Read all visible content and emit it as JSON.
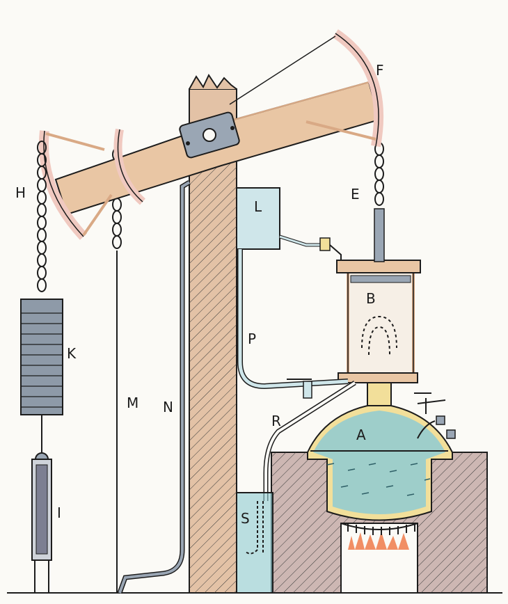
{
  "labels": {
    "A": "A",
    "B": "B",
    "E": "E",
    "F": "F",
    "H": "H",
    "I": "I",
    "K": "K",
    "L": "L",
    "M": "M",
    "N": "N",
    "P": "P",
    "R": "R",
    "S": "S"
  },
  "colors": {
    "paper": "#fbfaf6",
    "wood": "#e9c6a4",
    "wood_dark": "#d9a985",
    "post": "#e3c2a6",
    "arch": "#f0c9c0",
    "iron": "#9aa6b4",
    "weights": "#8e9aa8",
    "water": "#8fcbd2",
    "water_light": "#cfe6ea",
    "brass": "#f2df9a",
    "brick": "#cdb7b3",
    "fire": "#ef7a4a",
    "ink": "#1c1c1c"
  }
}
